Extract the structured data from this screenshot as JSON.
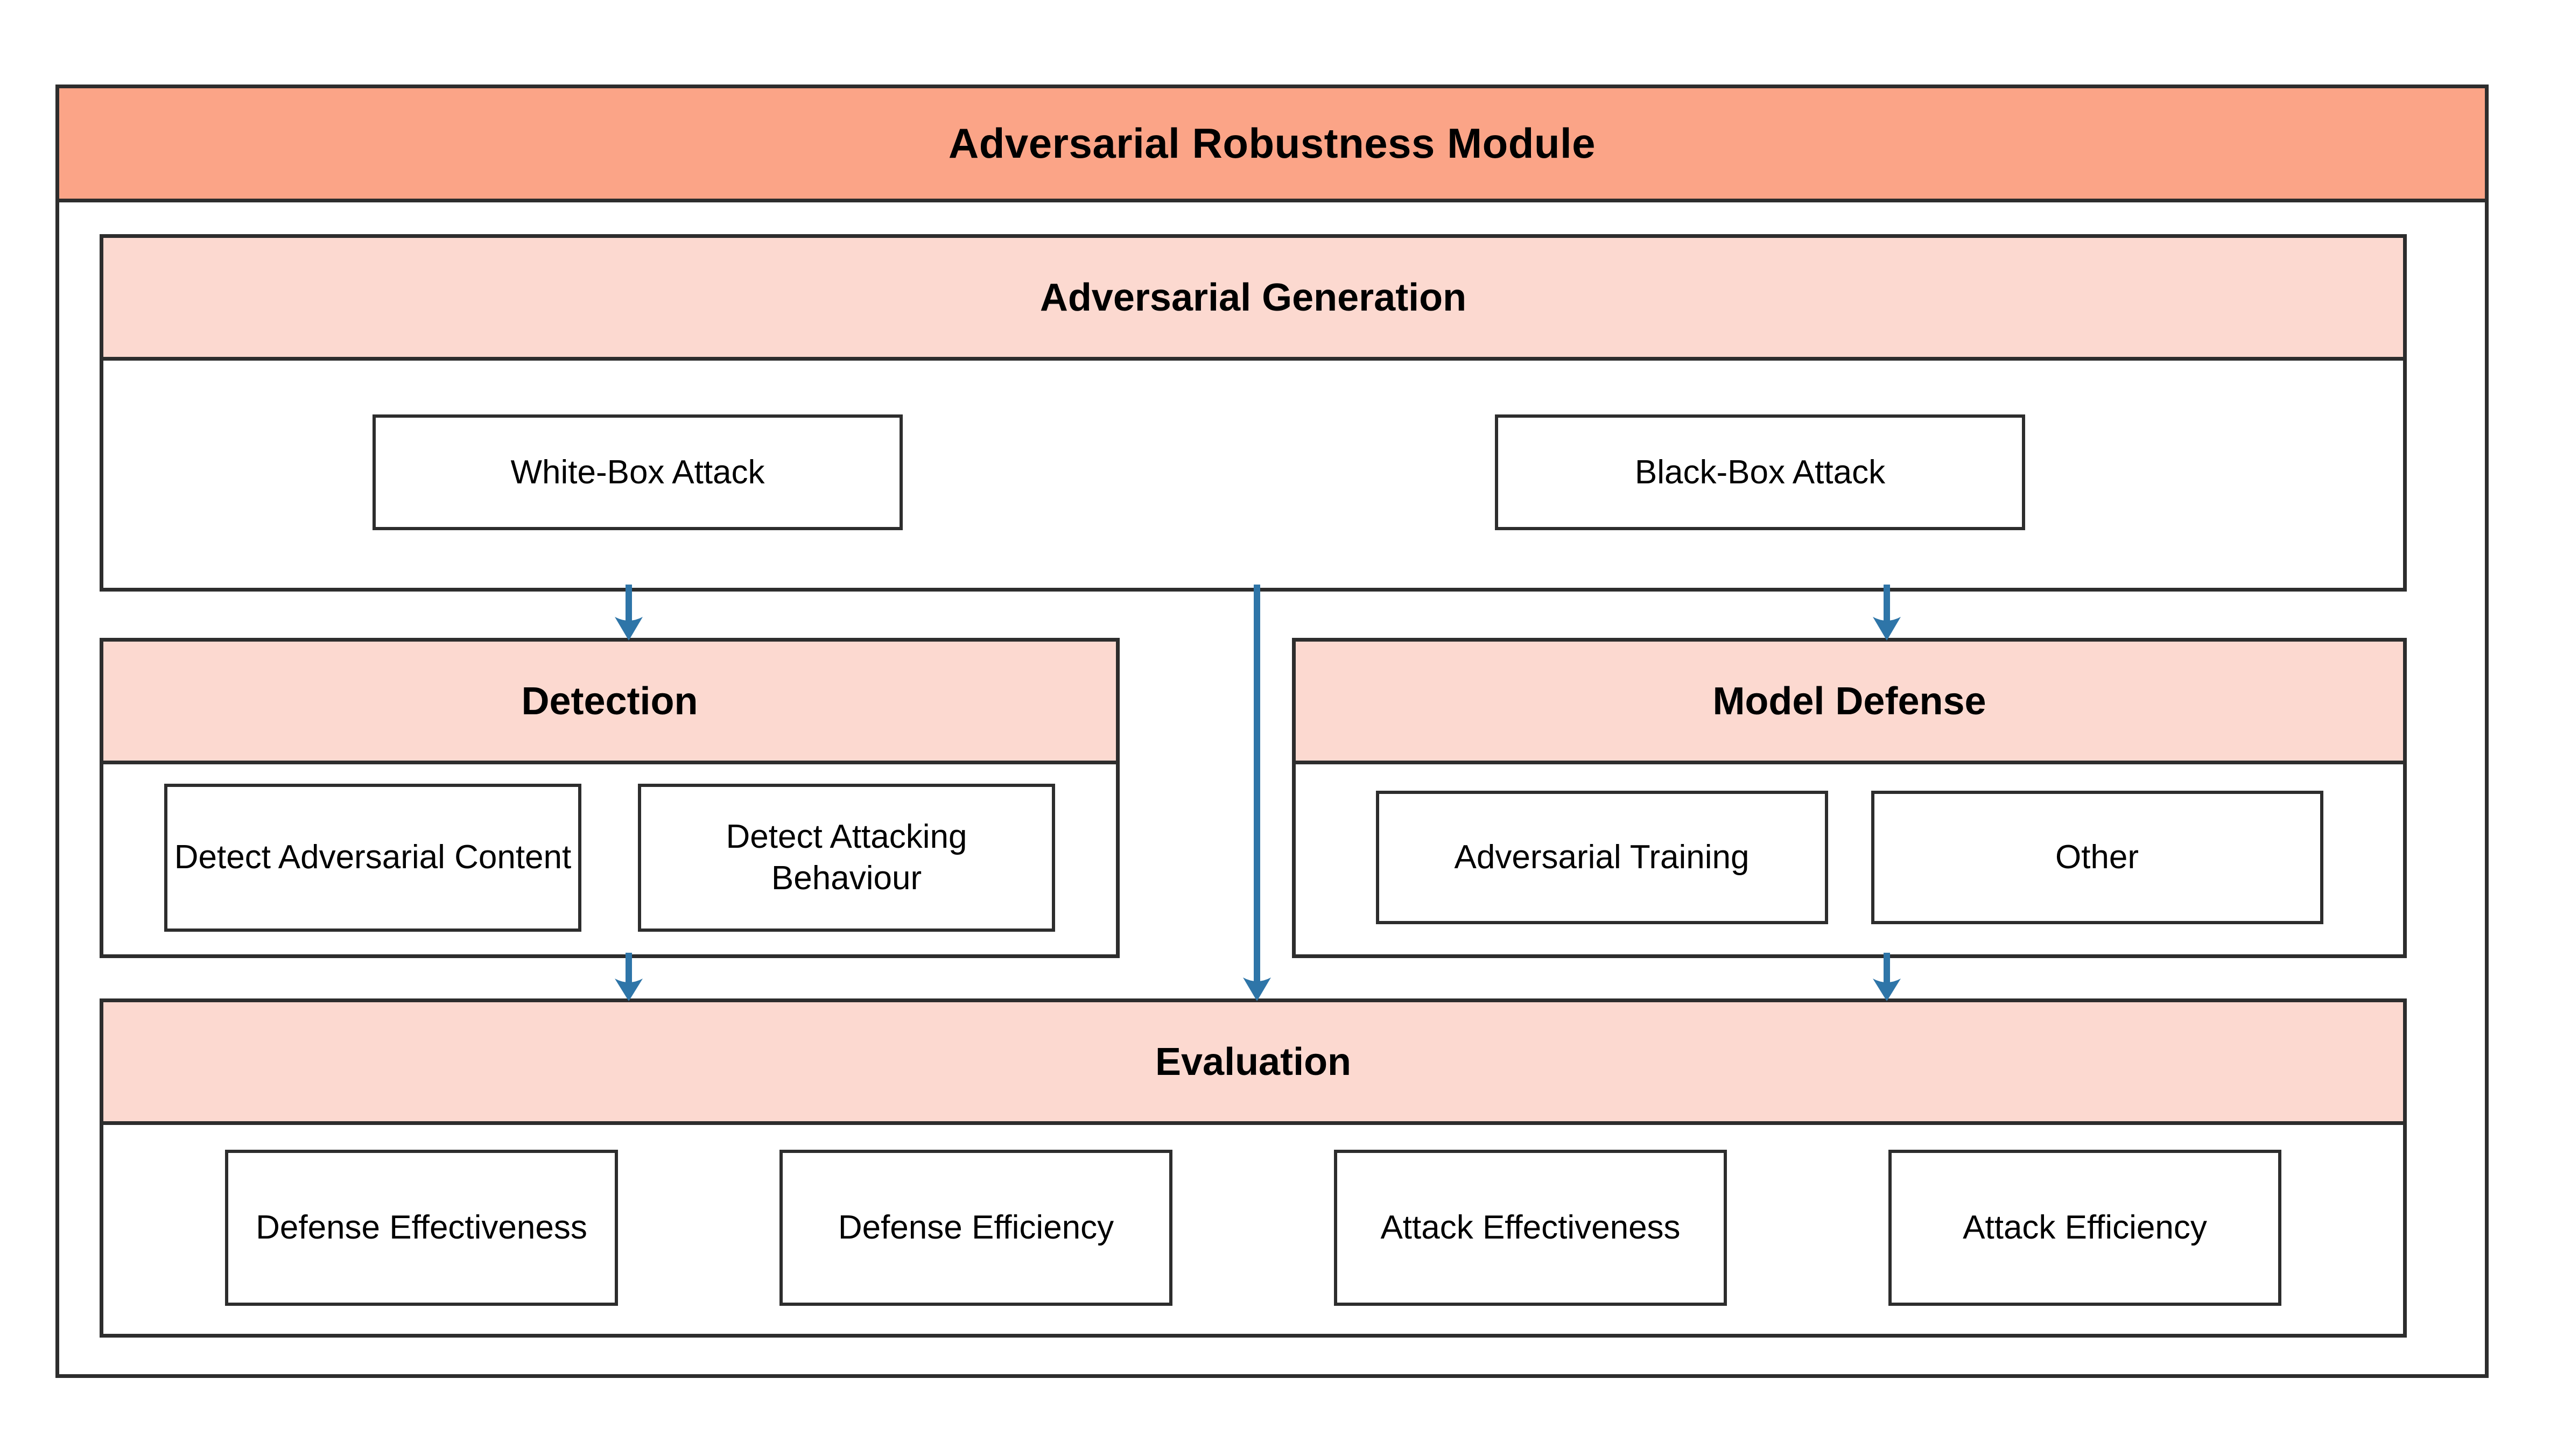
{
  "module": {
    "title": "Adversarial Robustness Module",
    "title_bg": "#fba487",
    "section_header_bg": "#fcd9d0",
    "border_color": "#2d2d2d",
    "arrow_color": "#2e75a8"
  },
  "sections": {
    "generation": {
      "title": "Adversarial Generation",
      "items": [
        {
          "label": "White-Box Attack"
        },
        {
          "label": "Black-Box Attack"
        }
      ]
    },
    "detection": {
      "title": "Detection",
      "items": [
        {
          "label": "Detect Adversarial Content"
        },
        {
          "label": "Detect Attacking Behaviour"
        }
      ]
    },
    "defense": {
      "title": "Model Defense",
      "items": [
        {
          "label": "Adversarial Training"
        },
        {
          "label": "Other"
        }
      ]
    },
    "evaluation": {
      "title": "Evaluation",
      "items": [
        {
          "label": "Defense Effectiveness"
        },
        {
          "label": "Defense Efficiency"
        },
        {
          "label": "Attack Effectiveness"
        },
        {
          "label": "Attack Efficiency"
        }
      ]
    }
  },
  "arrows": [
    {
      "name": "generation-to-detection",
      "from": "Adversarial Generation",
      "to": "Detection"
    },
    {
      "name": "generation-to-evaluation",
      "from": "Adversarial Generation",
      "to": "Evaluation"
    },
    {
      "name": "generation-to-model-defense",
      "from": "Adversarial Generation",
      "to": "Model Defense"
    },
    {
      "name": "detection-to-evaluation",
      "from": "Detection",
      "to": "Evaluation"
    },
    {
      "name": "model-defense-to-evaluation",
      "from": "Model Defense",
      "to": "Evaluation"
    }
  ]
}
